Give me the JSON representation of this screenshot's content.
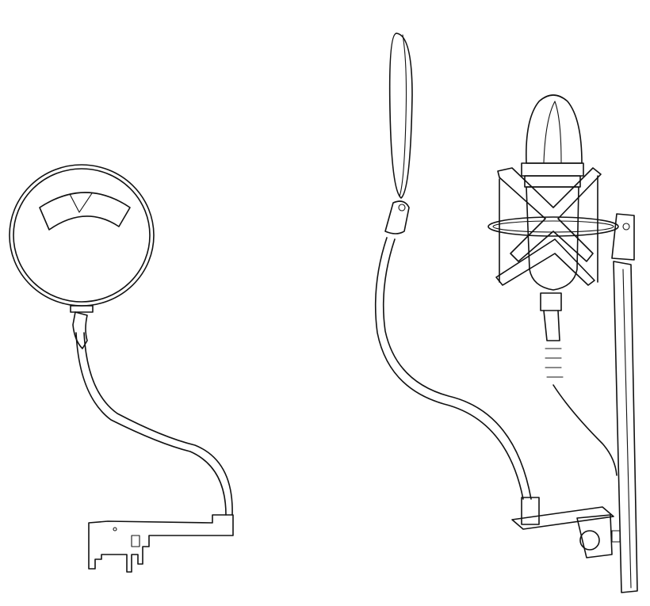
{
  "scene": {
    "background_color": "#ffffff",
    "stroke_color": "#111111",
    "items": [
      {
        "name": "pop-filter-front-view"
      },
      {
        "name": "pop-filter-side-view"
      },
      {
        "name": "condenser-microphone-in-shock-mount"
      }
    ]
  }
}
